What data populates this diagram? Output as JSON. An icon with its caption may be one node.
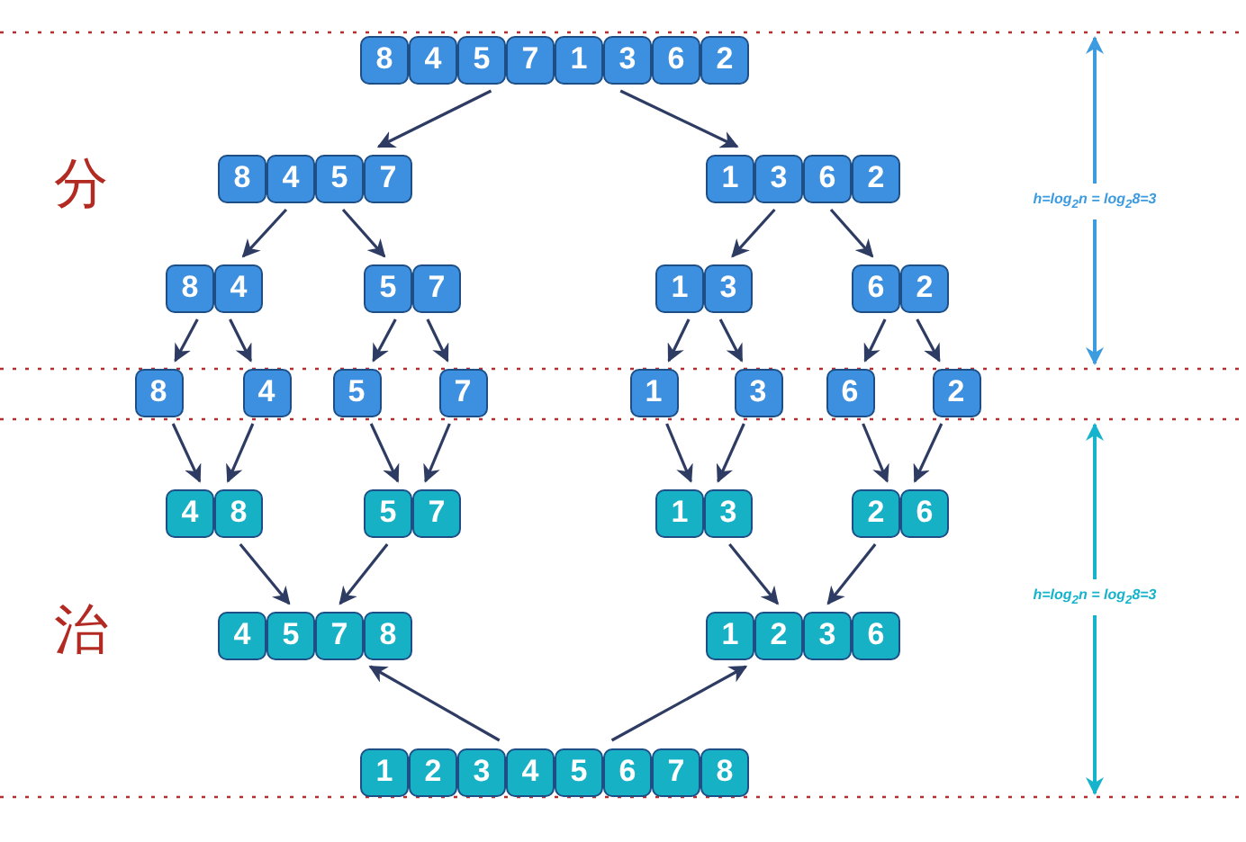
{
  "diagram": {
    "nodes": [
      {
        "text": [
          "8",
          "4",
          "5",
          "7",
          "1",
          "3",
          "6",
          "2"
        ]
      },
      {
        "text": [
          "8",
          "4",
          "5",
          "7"
        ]
      },
      {
        "text": [
          "1",
          "3",
          "6",
          "2"
        ]
      },
      {
        "text": [
          "8",
          "4"
        ]
      },
      {
        "text": [
          "5",
          "7"
        ]
      },
      {
        "text": [
          "1",
          "3"
        ]
      },
      {
        "text": [
          "6",
          "2"
        ]
      },
      {
        "text": [
          "8"
        ]
      },
      {
        "text": [
          "4"
        ]
      },
      {
        "text": [
          "5"
        ]
      },
      {
        "text": [
          "7"
        ]
      },
      {
        "text": [
          "1"
        ]
      },
      {
        "text": [
          "3"
        ]
      },
      {
        "text": [
          "6"
        ]
      },
      {
        "text": [
          "2"
        ]
      },
      {
        "text": [
          "4",
          "8"
        ]
      },
      {
        "text": [
          "5",
          "7"
        ]
      },
      {
        "text": [
          "1",
          "3"
        ]
      },
      {
        "text": [
          "2",
          "6"
        ]
      },
      {
        "text": [
          "4",
          "5",
          "7",
          "8"
        ]
      },
      {
        "text": [
          "1",
          "2",
          "3",
          "6"
        ]
      },
      {
        "text": [
          "1",
          "2",
          "3",
          "4",
          "5",
          "6",
          "7",
          "8"
        ]
      }
    ],
    "edges": [
      {
        "from": 0,
        "to": 1,
        "arrow": "to"
      },
      {
        "from": 0,
        "to": 2,
        "arrow": "to"
      },
      {
        "from": 1,
        "to": 3,
        "arrow": "to"
      },
      {
        "from": 1,
        "to": 4,
        "arrow": "to"
      },
      {
        "from": 2,
        "to": 5,
        "arrow": "to"
      },
      {
        "from": 2,
        "to": 6,
        "arrow": "to"
      },
      {
        "from": 3,
        "to": 7,
        "arrow": "to"
      },
      {
        "from": 3,
        "to": 8,
        "arrow": "to"
      },
      {
        "from": 4,
        "to": 9,
        "arrow": "to"
      },
      {
        "from": 4,
        "to": 10,
        "arrow": "to"
      },
      {
        "from": 5,
        "to": 11,
        "arrow": "to"
      },
      {
        "from": 5,
        "to": 12,
        "arrow": "to"
      },
      {
        "from": 6,
        "to": 13,
        "arrow": "to"
      },
      {
        "from": 6,
        "to": 14,
        "arrow": "to"
      },
      {
        "from": 7,
        "to": 15,
        "arrow": "to"
      },
      {
        "from": 8,
        "to": 15,
        "arrow": "to"
      },
      {
        "from": 9,
        "to": 16,
        "arrow": "to"
      },
      {
        "from": 10,
        "to": 16,
        "arrow": "to"
      },
      {
        "from": 11,
        "to": 17,
        "arrow": "to"
      },
      {
        "from": 12,
        "to": 17,
        "arrow": "to"
      },
      {
        "from": 13,
        "to": 18,
        "arrow": "to"
      },
      {
        "from": 14,
        "to": 18,
        "arrow": "to"
      },
      {
        "from": 15,
        "to": 19,
        "arrow": "to"
      },
      {
        "from": 16,
        "to": 19,
        "arrow": "to"
      },
      {
        "from": 17,
        "to": 20,
        "arrow": "to"
      },
      {
        "from": 18,
        "to": 20,
        "arrow": "to"
      },
      {
        "from": 21,
        "to": 19,
        "arrow": "to"
      },
      {
        "from": 21,
        "to": 20,
        "arrow": "to"
      }
    ],
    "labels": [
      "分",
      "治",
      "h=log$_{2}$n = log$_{2}$8=3",
      "h=log$_{2}$n = log$_{2}$8=3"
    ]
  }
}
